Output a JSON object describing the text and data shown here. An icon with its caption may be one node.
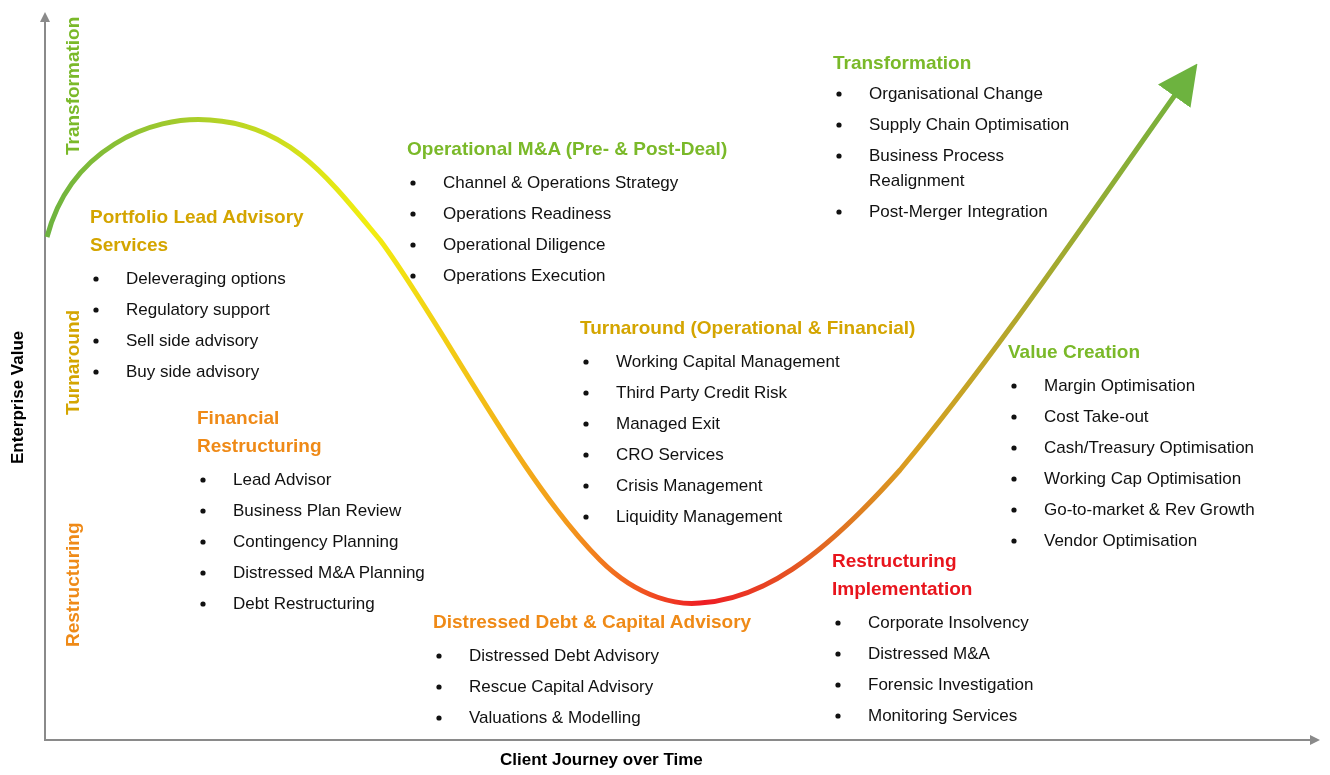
{
  "diagram": {
    "nodes": [
      {
        "text": [
          "Portfolio Lead Advisory Services",
          "Deleveraging options",
          "Regulatory support",
          "Sell side advisory",
          "Buy side advisory"
        ]
      },
      {
        "text": [
          "Financial Restructuring",
          "Lead Advisor",
          "Business Plan Review",
          "Contingency Planning",
          "Distressed M&A Planning",
          "Debt Restructuring"
        ]
      },
      {
        "text": [
          "Operational M&A (Pre- & Post-Deal)",
          "Channel & Operations Strategy",
          "Operations Readiness",
          "Operational Diligence",
          "Operations Execution"
        ]
      },
      {
        "text": [
          "Distressed Debt & Capital Advisory",
          "Distressed Debt Advisory",
          "Rescue Capital Advisory",
          "Valuations & Modelling"
        ]
      },
      {
        "text": [
          "Turnaround (Operational & Financial)",
          "Working Capital Management",
          "Third Party Credit Risk",
          "Managed Exit",
          "CRO Services",
          "Crisis Management",
          "Liquidity Management"
        ]
      },
      {
        "text": [
          "Restructuring Implementation",
          "Corporate Insolvency",
          "Distressed M&A",
          "Forensic Investigation",
          "Monitoring Services"
        ]
      },
      {
        "text": [
          "Transformation",
          "Organisational Change",
          "Supply Chain Optimisation",
          "Business Process Realignment",
          "Post-Merger Integration"
        ]
      },
      {
        "text": [
          "Value Creation",
          "Margin Optimisation",
          "Cost Take-out",
          "Cash/Treasury Optimisation",
          "Working Cap Optimisation",
          "Go-to-market & Rev Growth",
          "Vendor Optimisation"
        ]
      }
    ],
    "labels": [
      "Transformation",
      "Turnaround",
      "Restructuring",
      "Enterprise Value",
      "Client Journey over Time"
    ]
  }
}
